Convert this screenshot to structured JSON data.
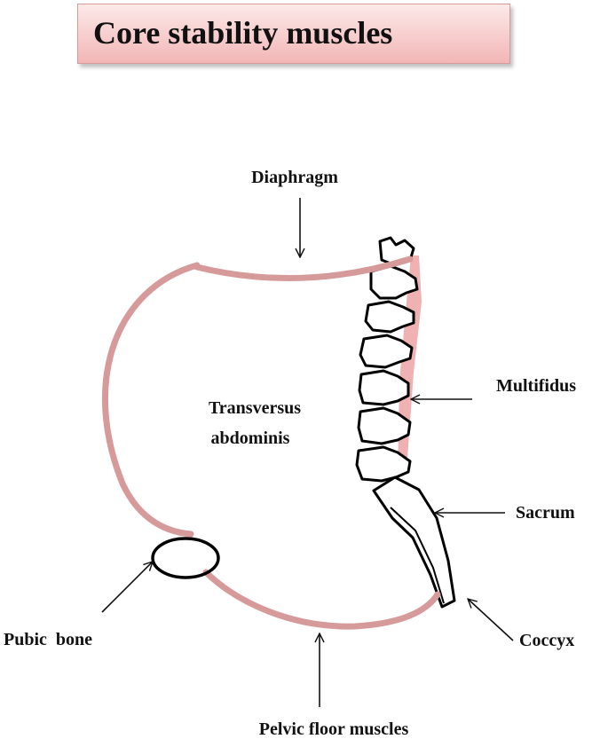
{
  "title": "Core stability muscles",
  "labels": {
    "diaphragm": "Diaphragm",
    "transversus_line1": "Transversus",
    "transversus_line2": "abdominis",
    "multifidus": "Multifidus",
    "sacrum": "Sacrum",
    "pubic_bone": "Pubic  bone",
    "coccyx": "Coccyx",
    "pelvic_floor": "Pelvic floor muscles"
  },
  "colors": {
    "muscle": "#d79a9a",
    "bone_outline": "#000000",
    "title_fill": "#f5c2c2"
  }
}
